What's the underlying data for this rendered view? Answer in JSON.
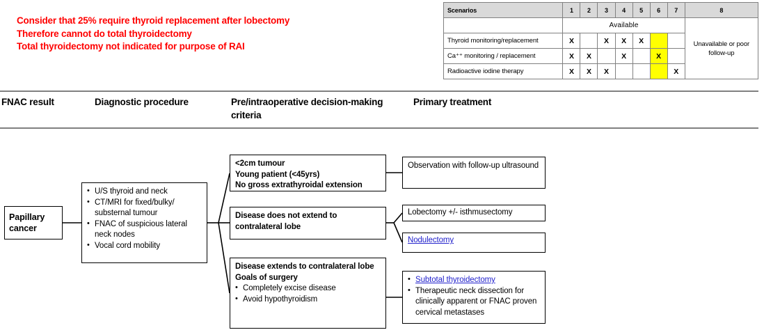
{
  "notes": {
    "lines": [
      "Consider that 25% require thyroid replacement after lobectomy",
      "Therefore cannot do total thyroidectomy",
      "Total thyroidectomy not indicated for purpose of RAI"
    ],
    "color": "#ff0000"
  },
  "scenario_table": {
    "header_label": "Scenarios",
    "columns": [
      "1",
      "2",
      "3",
      "4",
      "5",
      "6",
      "7",
      "8"
    ],
    "available_label": "Available",
    "last_column_label": "Unavailable or poor follow-up",
    "mark": "X",
    "highlight_color": "#ffff00",
    "header_fill": "#d9d9d9",
    "rows": [
      {
        "label": "Thyroid monitoring/replacement",
        "cells": [
          "X",
          "",
          "X",
          "X",
          "X",
          "",
          ""
        ],
        "highlight": [
          false,
          false,
          false,
          false,
          false,
          true,
          false
        ]
      },
      {
        "label": "Ca⁺⁺ monitoring / replacement",
        "cells": [
          "X",
          "X",
          "",
          "X",
          "",
          "X",
          ""
        ],
        "highlight": [
          false,
          false,
          false,
          false,
          false,
          true,
          false
        ]
      },
      {
        "label": "Radioactive iodine therapy",
        "cells": [
          "X",
          "X",
          "X",
          "",
          "",
          "",
          "X"
        ],
        "highlight": [
          false,
          false,
          false,
          false,
          false,
          true,
          false
        ]
      }
    ]
  },
  "column_headers": [
    "FNAC result",
    "Diagnostic procedure",
    "Pre/intraoperative decision-making criteria",
    "Primary treatment"
  ],
  "flow": {
    "fnac_result": "Papillary cancer",
    "diagnostic_procedure": [
      "U/S thyroid and neck",
      "CT/MRI for fixed/bulky/ substernal tumour",
      "FNAC of suspicious lateral neck nodes",
      "Vocal cord mobility"
    ],
    "criteria_1": [
      "<2cm tumour",
      "Young patient (<45yrs)",
      "No gross extrathyroidal extension"
    ],
    "criteria_2": [
      "Disease does not extend to contralateral lobe"
    ],
    "criteria_3": {
      "heading": "Disease extends to contralateral lobe",
      "goals_label": "Goals of surgery",
      "goals": [
        "Completely excise disease",
        "Avoid hypothyroidism"
      ]
    },
    "treatment_1": "Observation with follow-up ultrasound",
    "treatment_2": "Lobectomy +/- isthmusectomy",
    "treatment_3": "Nodulectomy",
    "treatment_4": {
      "link_item": "Subtotal thyroidectomy",
      "plain_item": "Therapeutic neck dissection for clinically apparent or FNAC proven cervical metastases"
    },
    "link_color": "#2222cc"
  }
}
